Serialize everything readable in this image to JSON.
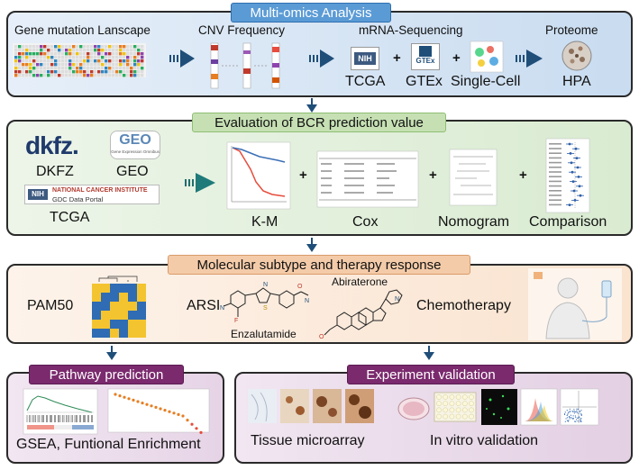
{
  "panel1": {
    "title": "Multi-omics Analysis",
    "gene_mutation": "Gene mutation Lanscape",
    "cnv": "CNV Frequency",
    "mrna": "mRNA-Sequencing",
    "proteome": "Proteome",
    "tcga": "TCGA",
    "gtex": "GTEx",
    "single_cell": "Single-Cell",
    "hpa": "HPA",
    "nih_logo": "NIH",
    "gtex_logo": "GTEx"
  },
  "panel2": {
    "title": "Evaluation of BCR prediction value",
    "dkfz_logo": "dkfz.",
    "geo_logo": "GEO",
    "geo_sub": "Gene Expression Omnibus",
    "nci_line1": "NATIONAL CANCER INSTITUTE",
    "nci_line2": "GDC Data Portal",
    "dkfz": "DKFZ",
    "geo": "GEO",
    "tcga": "TCGA",
    "km": "K-M",
    "cox": "Cox",
    "nomogram": "Nomogram",
    "comparison": "Comparison"
  },
  "panel3": {
    "title": "Molecular subtype and therapy response",
    "pam50": "PAM50",
    "arsi": "ARSI",
    "enzalutamide": "Enzalutamide",
    "abiraterone": "Abiraterone",
    "chemotherapy": "Chemotherapy"
  },
  "panel4": {
    "title": "Pathway prediction",
    "label": "GSEA, Funtional Enrichment"
  },
  "panel5": {
    "title": "Experiment validation",
    "tissue": "Tissue microarray",
    "invitro": "In vitro validation"
  },
  "colors": {
    "panel1_bg": "#d6e6f5",
    "panel1_title": "#5b9bd5",
    "panel2_bg": "#e4f0df",
    "panel2_title": "#c6e0b4",
    "panel3_bg": "#fbe9d7",
    "panel3_title": "#f4cba9",
    "panel45_bg": "#eadcea",
    "panel45_title": "#7b2a6e",
    "arrow": "#1f4e79"
  }
}
